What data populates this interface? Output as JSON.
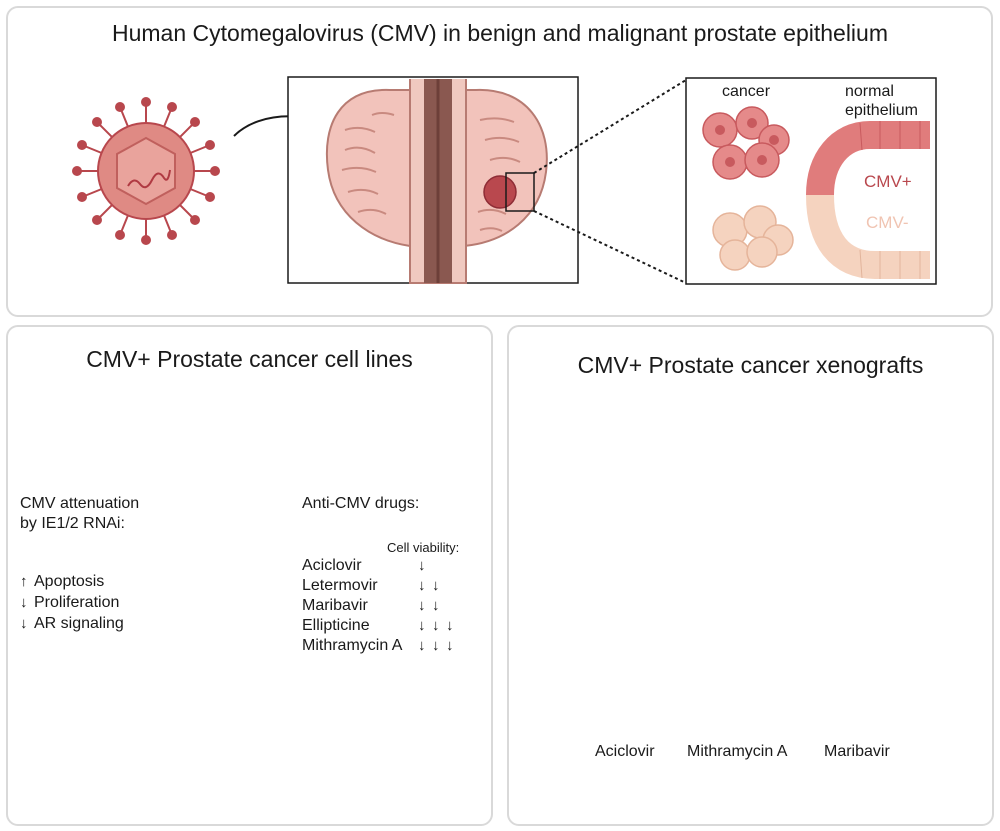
{
  "top_panel": {
    "title": "Human Cytomegalovirus (CMV) in benign and malignant prostate epithelium",
    "inset": {
      "cancer_label": "cancer",
      "normal_label_line1": "normal",
      "normal_label_line2": "epithelium",
      "cmv_pos_label": "CMV+",
      "cmv_neg_label": "CMV-"
    }
  },
  "left_panel": {
    "title": "CMV+ Prostate cancer cell lines",
    "attenuation_line1": "CMV attenuation",
    "attenuation_line2": "by IE1/2 RNAi:",
    "effects": [
      {
        "direction": "up",
        "label": "Apoptosis"
      },
      {
        "direction": "down",
        "label": "Proliferation"
      },
      {
        "direction": "down",
        "label": "AR signaling"
      }
    ],
    "drugs_heading": "Anti-CMV drugs:",
    "viability_heading": "Cell viability:",
    "drugs": [
      {
        "name": "Aciclovir",
        "down_arrows": 1
      },
      {
        "name": "Letermovir",
        "down_arrows": 2
      },
      {
        "name": "Maribavir",
        "down_arrows": 2
      },
      {
        "name": "Ellipticine",
        "down_arrows": 3
      },
      {
        "name": "Mithramycin A",
        "down_arrows": 3
      }
    ]
  },
  "right_panel": {
    "title": "CMV+ Prostate cancer xenografts",
    "treatments": [
      "Aciclovir",
      "Mithramycin A",
      "Maribavir"
    ]
  },
  "colors": {
    "virus": "#c95a5a",
    "virus_core": "#e3908a",
    "tumor": "#b9484e",
    "cancer_cell": "#e58a8a",
    "cmv_neg_cell": "#f5d3bf",
    "prostate_tissue": "#f2c3bb",
    "urethra": "#8a5850",
    "mouse": "#e8e8e8"
  }
}
